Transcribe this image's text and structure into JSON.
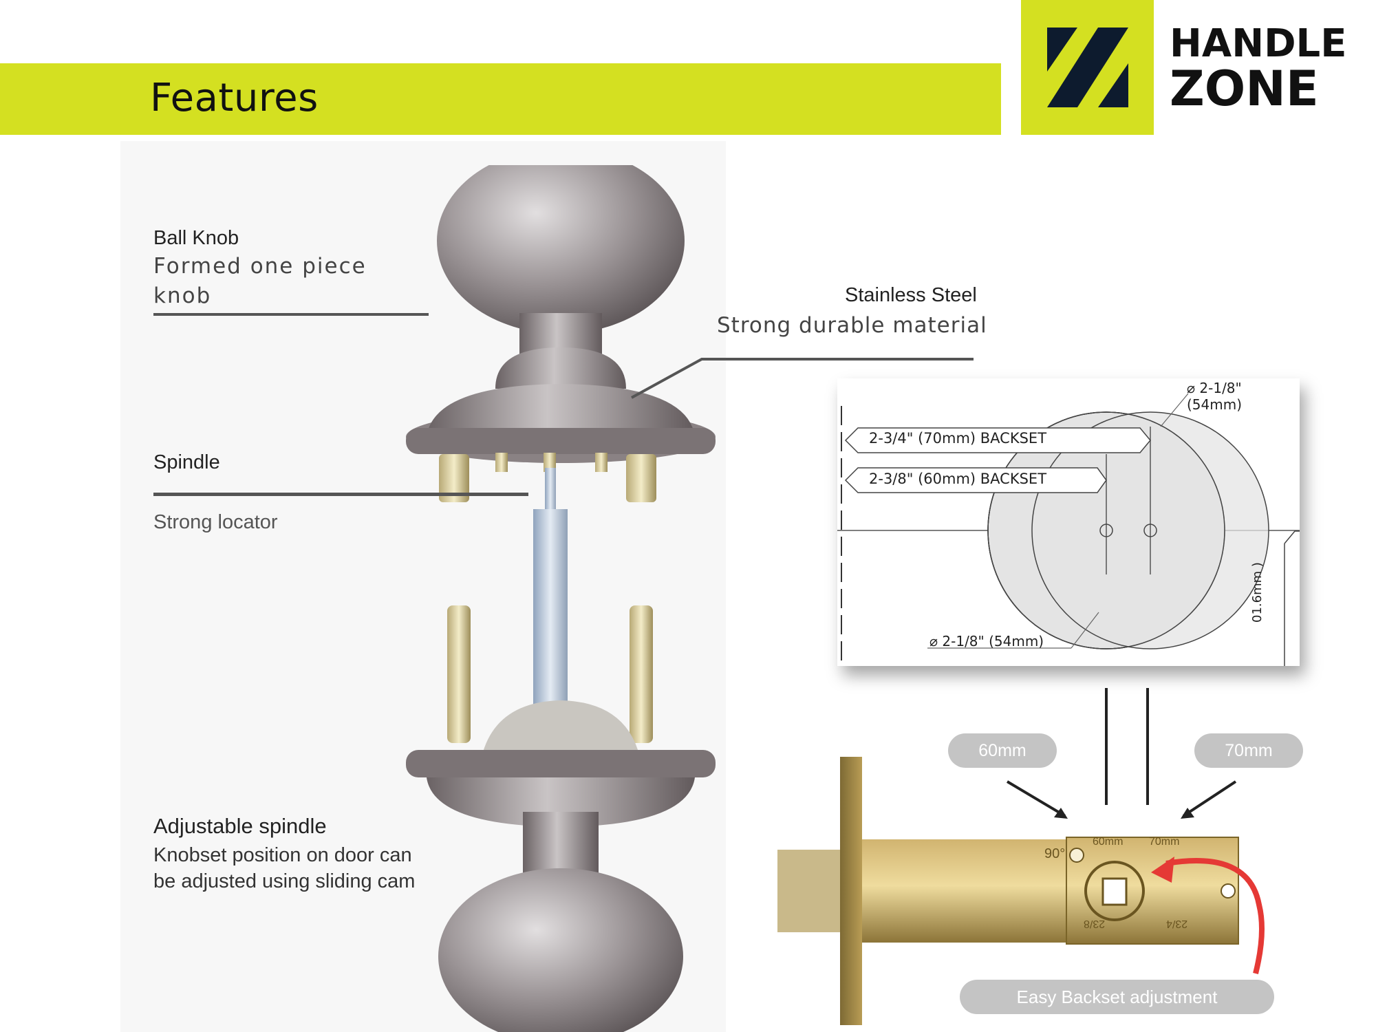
{
  "header": {
    "title": "Features",
    "brand_line1": "HANDLE",
    "brand_line2": "ZONE"
  },
  "features": {
    "ball_knob": {
      "heading": "Ball Knob",
      "desc_line1": "Formed one piece",
      "desc_line2": "knob"
    },
    "stainless": {
      "heading": "Stainless Steel",
      "desc": "Strong durable material"
    },
    "spindle": {
      "heading": "Spindle",
      "desc": "Strong locator"
    },
    "adjustable": {
      "heading": "Adjustable spindle",
      "desc_line1": "Knobset position on door can",
      "desc_line2": "be adjusted using sliding cam"
    }
  },
  "diagram": {
    "dia_top": "⌀ 2-1/8\" (54mm)",
    "backset_70": "2-3/4\" (70mm) BACKSET",
    "backset_60": "2-3/8\" (60mm) BACKSET",
    "dia_bottom": "⌀ 2-1/8\" (54mm)",
    "side_dim": "01.6mm )"
  },
  "latch": {
    "pill_60": "60mm",
    "pill_70": "70mm",
    "stamp_90": "90°",
    "stamp_60": "60mm",
    "stamp_70": "70mm",
    "stamp_a": "23/8",
    "stamp_b": "23/4",
    "caption": "Easy Backset adjustment"
  },
  "colors": {
    "accent": "#d4e021",
    "brand_dark": "#0d1b2e",
    "arrow_red": "#e53935"
  }
}
